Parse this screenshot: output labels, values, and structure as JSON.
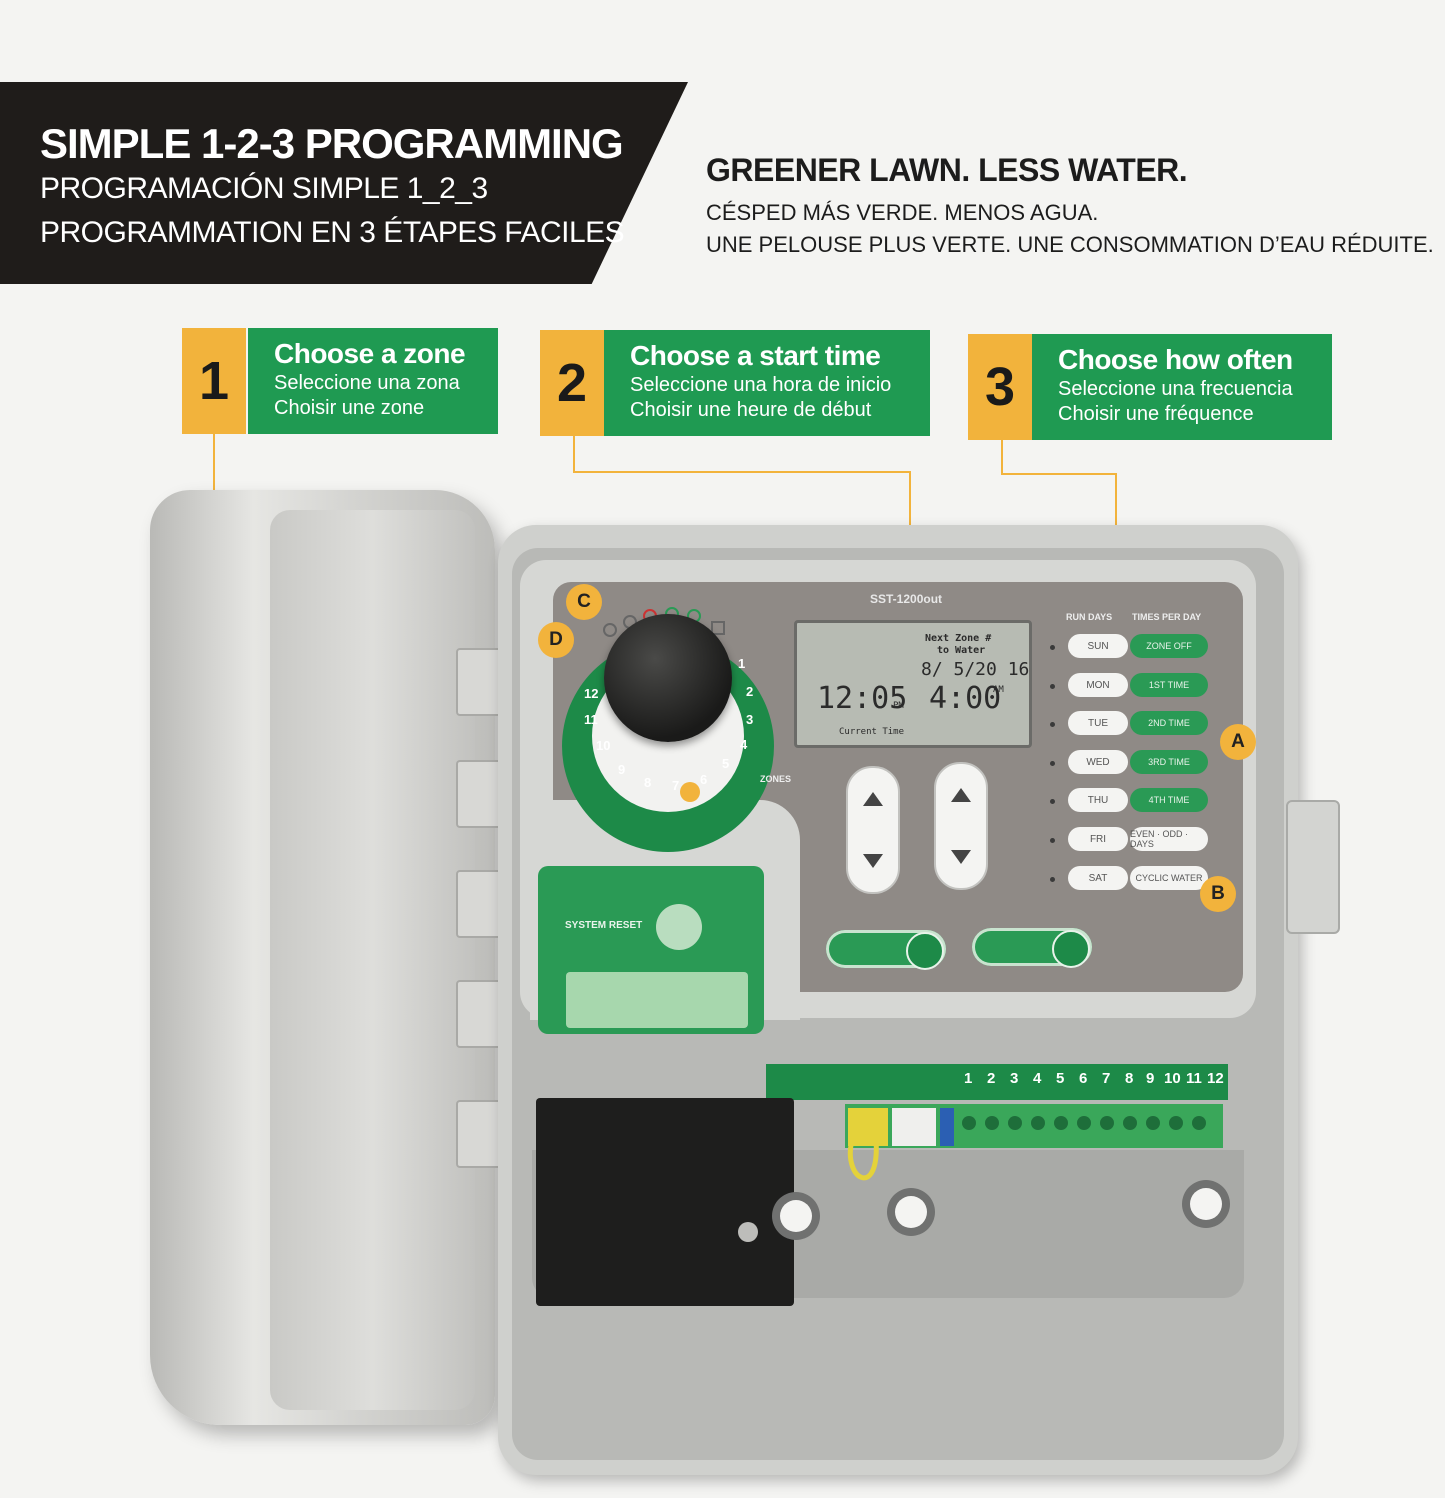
{
  "header": {
    "title": "SIMPLE 1-2-3 PROGRAMMING",
    "subtitle_es": "PROGRAMACIÓN SIMPLE 1_2_3",
    "subtitle_fr": "PROGRAMMATION EN 3 ÉTAPES FACILES"
  },
  "tagline": {
    "en": "GREENER LAWN. LESS WATER.",
    "es": "CÉSPED MÁS VERDE. MENOS AGUA.",
    "fr": "UNE PELOUSE PLUS VERTE. UNE CONSOMMATION D’EAU RÉDUITE."
  },
  "steps": [
    {
      "number": "1",
      "title": "Choose a zone",
      "es": "Seleccione una zona",
      "fr": "Choisir une zone"
    },
    {
      "number": "2",
      "title": "Choose a start time",
      "es": "Seleccione una hora de inicio",
      "fr": "Choisir une heure de début"
    },
    {
      "number": "3",
      "title": "Choose how often",
      "es": "Seleccione una frecuencia",
      "fr": "Choisir une fréquence"
    }
  ],
  "device": {
    "model": "SST-1200out",
    "markers": {
      "a": "A",
      "b": "B",
      "c": "C",
      "d": "D"
    },
    "dial_numbers": [
      "1",
      "2",
      "3",
      "4",
      "5",
      "6",
      "7",
      "8",
      "9",
      "10",
      "11",
      "12"
    ],
    "lcd": {
      "line1": "Next Zone #",
      "line2": "to Water",
      "date": "8/ 5/20 16",
      "current_time": "12:05",
      "pm": "PM",
      "start_time": "4:00",
      "am": "AM",
      "caption": "Current Time"
    },
    "run_days_label": "RUN DAYS",
    "times_per_day_label": "TIMES PER DAY",
    "days": [
      "SUN",
      "MON",
      "TUE",
      "WED",
      "THU",
      "FRI",
      "SAT"
    ],
    "time_buttons": [
      "ZONE OFF",
      "1ST TIME",
      "2ND TIME",
      "3RD TIME",
      "4TH TIME",
      "EVEN · ODD · DAYS",
      "CYCLIC WATER"
    ],
    "zones_label": "ZONES",
    "system_reset": "SYSTEM RESET",
    "terminal_numbers": [
      "1",
      "2",
      "3",
      "4",
      "5",
      "6",
      "7",
      "8",
      "9",
      "10",
      "11",
      "12"
    ]
  },
  "colors": {
    "green": "#1f9a52",
    "accent": "#f2b33c",
    "banner": "#1f1c1a"
  }
}
